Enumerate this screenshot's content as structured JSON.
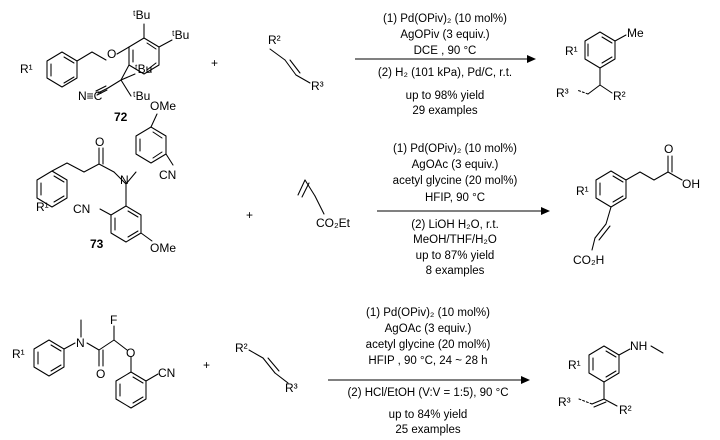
{
  "rows": [
    {
      "reactant1": {
        "R1": "R¹",
        "tBu_labels": [
          "ᵗBu",
          "ᵗBu",
          "ᵗBu",
          "ᵗBu"
        ],
        "CN": "N≡C",
        "compound_number": "72"
      },
      "plus": "+",
      "reactant2": {
        "R2": "R²",
        "R3": "R³"
      },
      "conditions_above": [
        "(1) Pd(OPiv)₂ (10 mol%)",
        "AgOPiv (3 equiv.)",
        "DCE , 90 °C"
      ],
      "conditions_below": [
        "(2) H₂ (101 kPa), Pd/C, r.t.",
        "up to 98% yield",
        "29 examples"
      ],
      "product": {
        "R1": "R¹",
        "Me": "Me",
        "R2": "R²",
        "R3": "R³"
      }
    },
    {
      "reactant1": {
        "R1": "R¹",
        "OMe_top": "OMe",
        "OMe_bottom": "OMe",
        "N": "N",
        "O": "O",
        "CN_right": "CN",
        "CN_left": "CN",
        "compound_number": "73"
      },
      "plus": "+",
      "reactant2": {
        "ester": "CO₂Et"
      },
      "conditions_above": [
        "(1) Pd(OPiv)₂ (10 mol%)",
        "AgOAc (3 equiv.)",
        "acetyl glycine (20 mol%)",
        "HFIP, 90 °C"
      ],
      "conditions_below": [
        "(2) LiOH  H₂O, r.t.",
        "MeOH/THF/H₂O",
        "up to 87% yield",
        "8 examples"
      ],
      "product": {
        "R1": "R¹",
        "O": "O",
        "OH": "OH",
        "CO2H": "CO₂H"
      }
    },
    {
      "reactant1": {
        "R1": "R¹",
        "N": "N",
        "O": "O",
        "F": "F",
        "O_ether": "O",
        "CN": "CN"
      },
      "plus": "+",
      "reactant2": {
        "R2": "R²",
        "R3": "R³"
      },
      "conditions_above": [
        "(1) Pd(OPiv)₂ (10 mol%)",
        "AgOAc (3 equiv.)",
        "acetyl glycine (20 mol%)",
        "HFIP , 90 °C, 24 ~ 28 h"
      ],
      "conditions_below": [
        "(2) HCl/EtOH (V:V = 1:5), 90 °C",
        "up to 84% yield",
        "25 examples"
      ],
      "product": {
        "R1": "R¹",
        "NH": "NH",
        "R2": "R²",
        "R3": "R³"
      }
    }
  ]
}
